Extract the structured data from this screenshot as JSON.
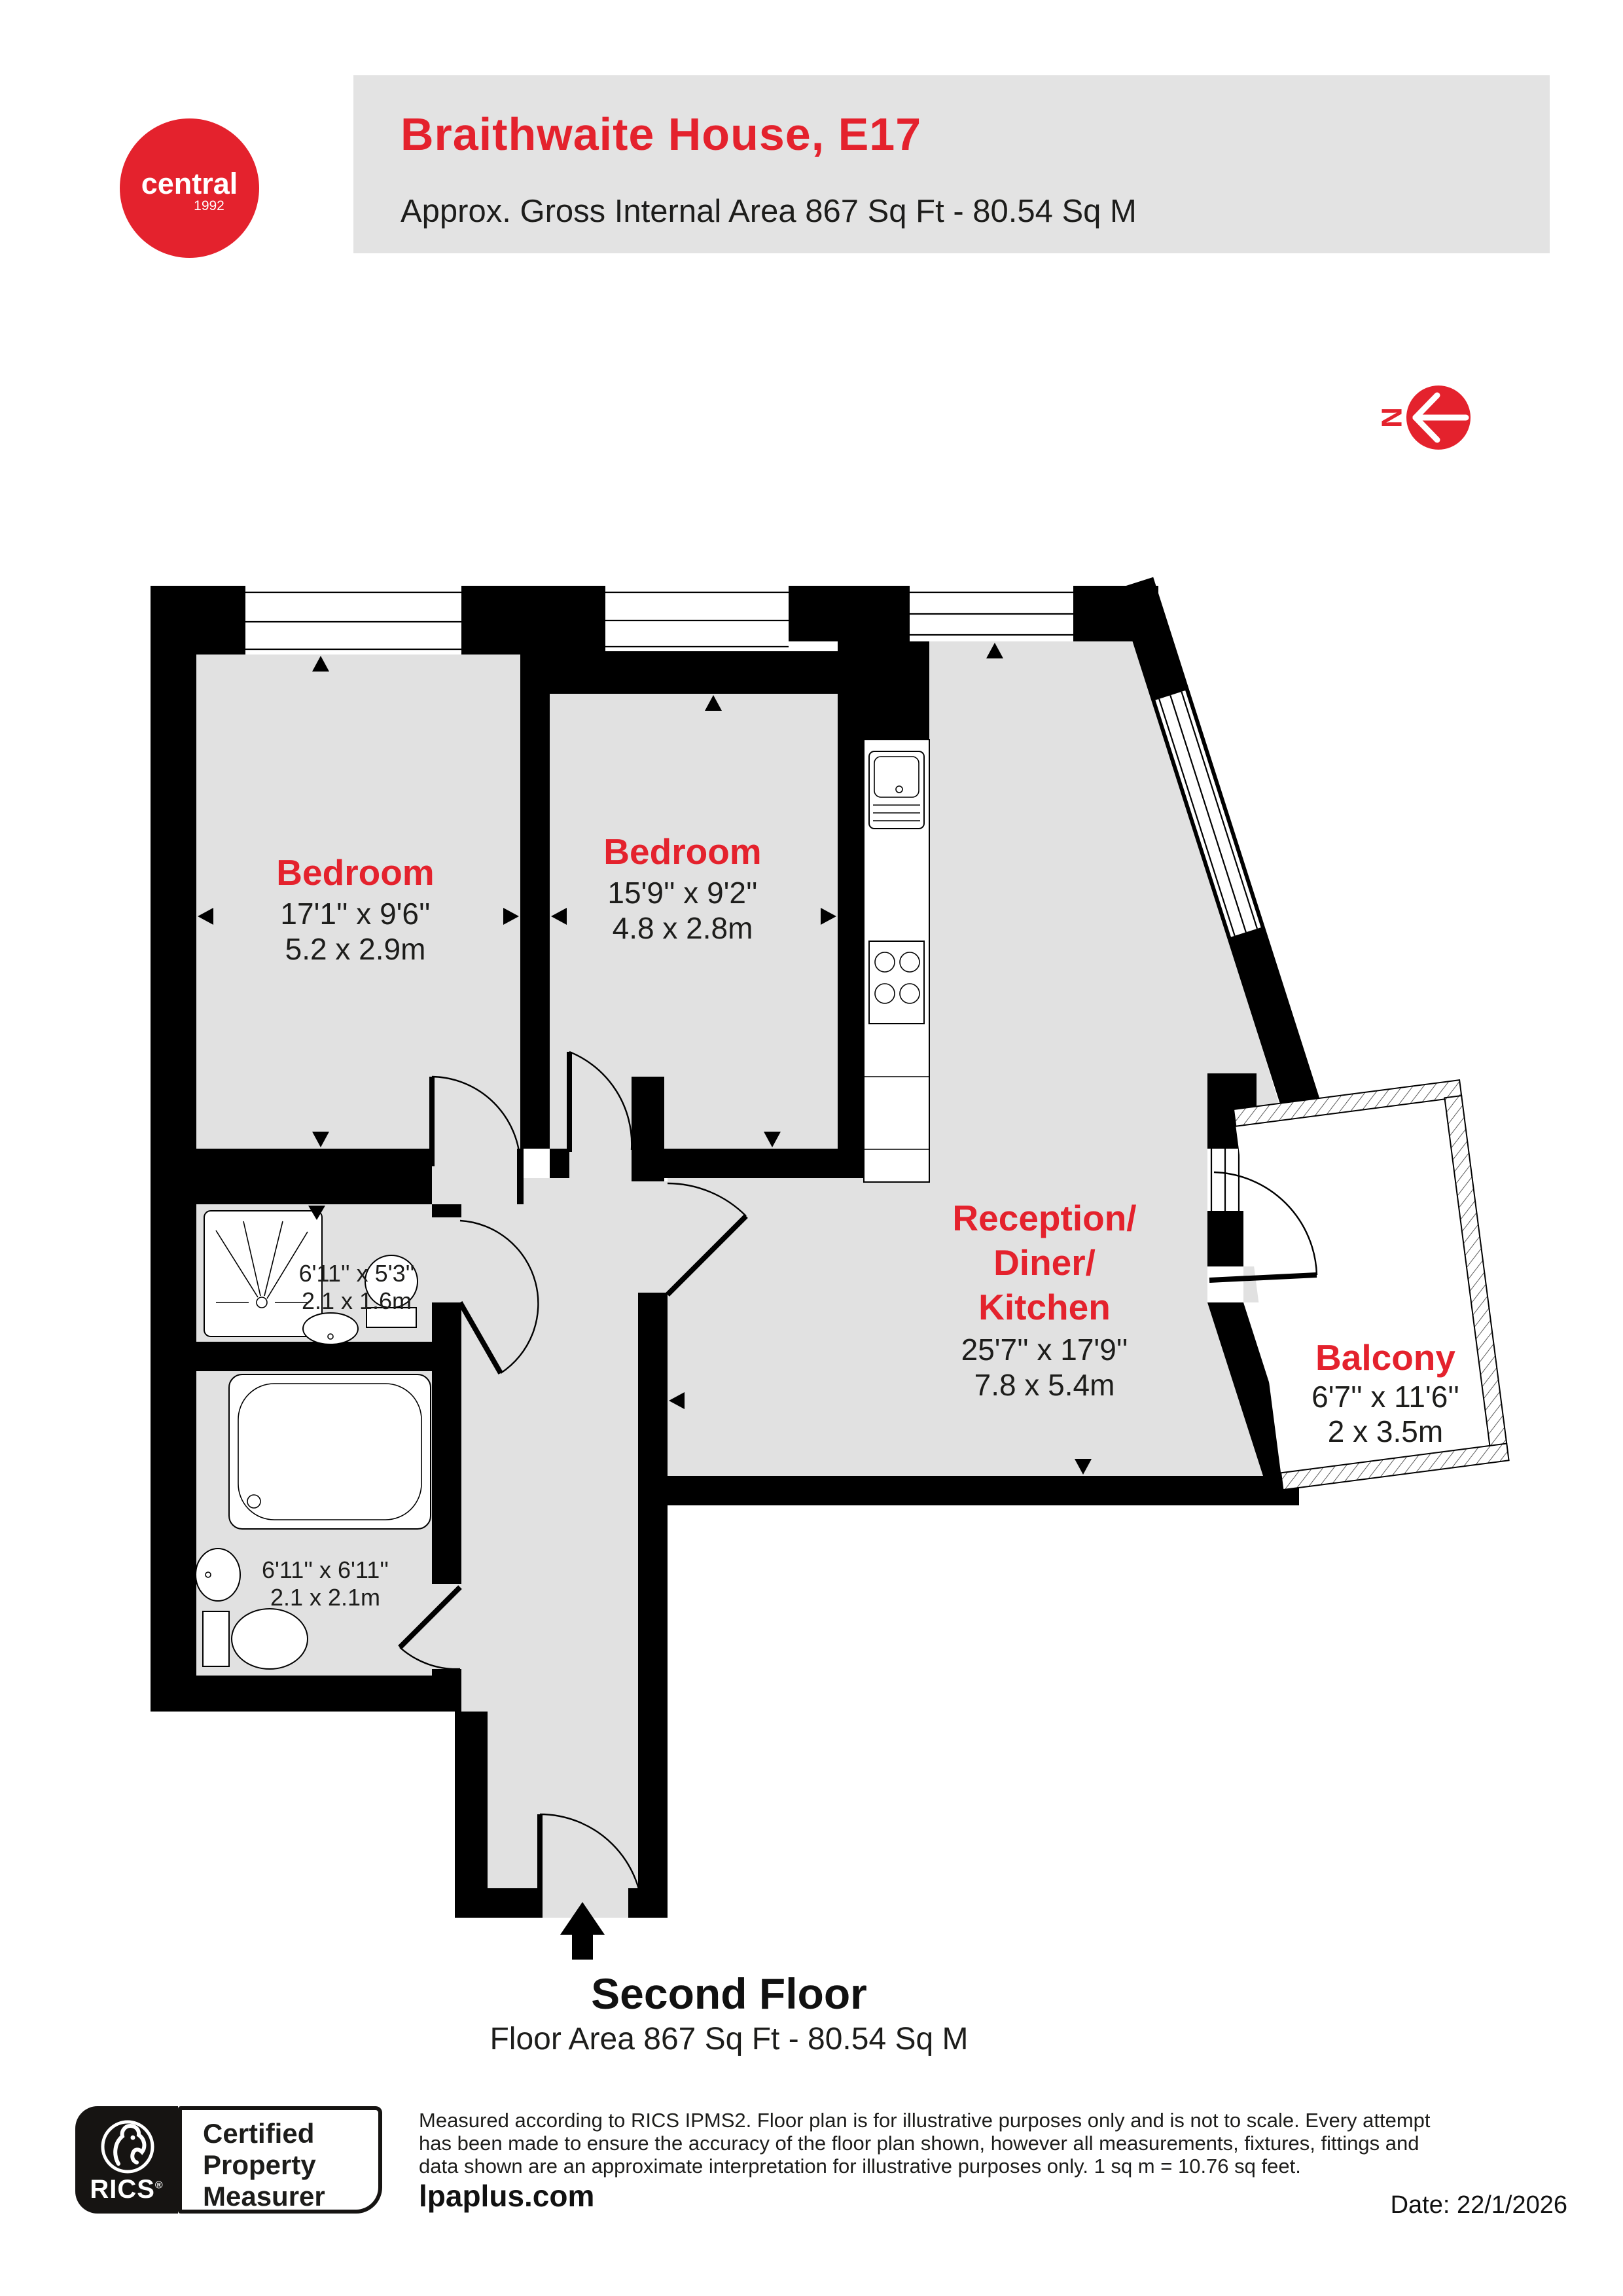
{
  "header": {
    "logo": {
      "brand": "central",
      "year": "1992"
    },
    "title": "Braithwaite House, E17",
    "subtitle": "Approx. Gross Internal Area 867 Sq Ft - 80.54 Sq M"
  },
  "north": {
    "label": "N"
  },
  "plan": {
    "rooms": {
      "bedroom1": {
        "name": "Bedroom",
        "imperial": "17'1'' x 9'6''",
        "metric": "5.2 x 2.9m"
      },
      "bedroom2": {
        "name": "Bedroom",
        "imperial": "15'9'' x 9'2''",
        "metric": "4.8 x 2.8m"
      },
      "reception": {
        "name_lines": [
          "Reception/",
          "Diner/",
          "Kitchen"
        ],
        "imperial": "25'7'' x 17'9''",
        "metric": "7.8 x 5.4m"
      },
      "balcony": {
        "name": "Balcony",
        "imperial": "6'7'' x 11'6''",
        "metric": "2 x 3.5m"
      },
      "shower_room": {
        "imperial": "6'11'' x 5'3''",
        "metric": "2.1 x 1.6m"
      },
      "bathroom": {
        "imperial": "6'11'' x 6'11''",
        "metric": "2.1 x 2.1m"
      }
    }
  },
  "floor": {
    "title": "Second Floor",
    "area": "Floor Area 867 Sq Ft - 80.54 Sq M"
  },
  "footer": {
    "badge": {
      "brand": "RICS",
      "reg": "®",
      "lines": [
        "Certified",
        "Property",
        "Measurer"
      ]
    },
    "disclaimer": [
      "Measured according to RICS IPMS2. Floor plan is for illustrative purposes only and is not to scale. Every attempt",
      "has been made to ensure the accuracy of the floor plan shown, however all measurements, fixtures, fittings and",
      "data shown are an approximate interpretation for illustrative purposes only. 1 sq m = 10.76 sq feet."
    ],
    "website": "lpaplus.com",
    "date": "Date: 22/1/2026"
  },
  "colors": {
    "accent": "#e4222d",
    "room_fill": "#e1e1e1",
    "wall": "#000000",
    "text": "#1d1d1b",
    "header_box": "#e3e3e3"
  }
}
